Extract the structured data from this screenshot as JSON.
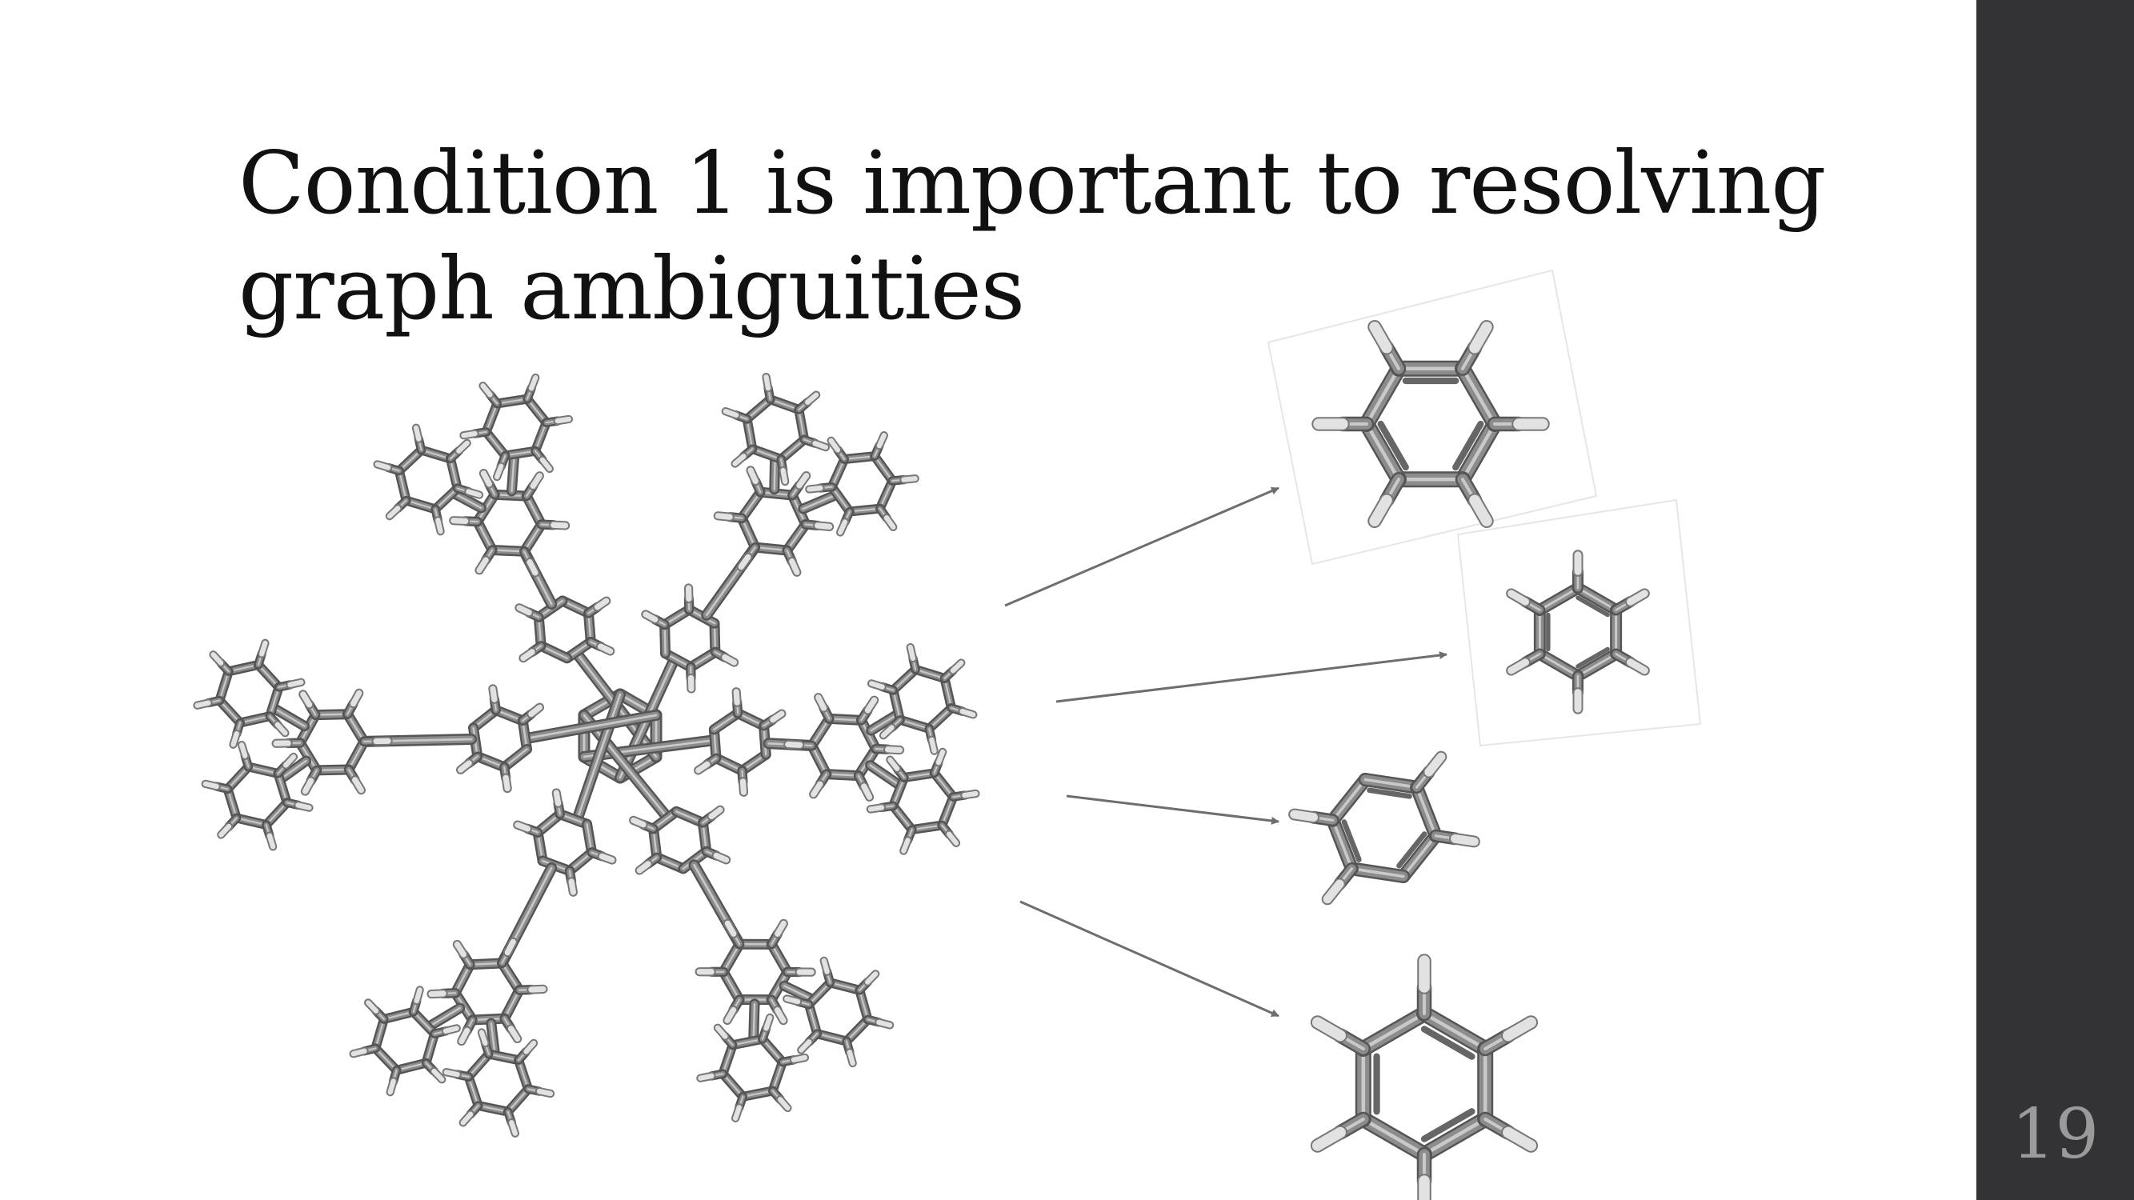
{
  "slide": {
    "title_line1": "Condition 1 is important to resolving",
    "title_line2": "graph ambiguities",
    "page_number": "19"
  },
  "colors": {
    "background": "#ffffff",
    "sidebar": "#333335",
    "title_text": "#111111",
    "page_number_text": "#9a9a9a",
    "bond": "#8c8c8c",
    "hydrogen": "#e2e2e2",
    "arrow": "#6e6e6e"
  },
  "figure": {
    "main_molecule": "hexaphenylbenzene-like-molecule",
    "arrow_count": 4,
    "fragment_count": 4,
    "fragment_type": "benzene-ring"
  }
}
